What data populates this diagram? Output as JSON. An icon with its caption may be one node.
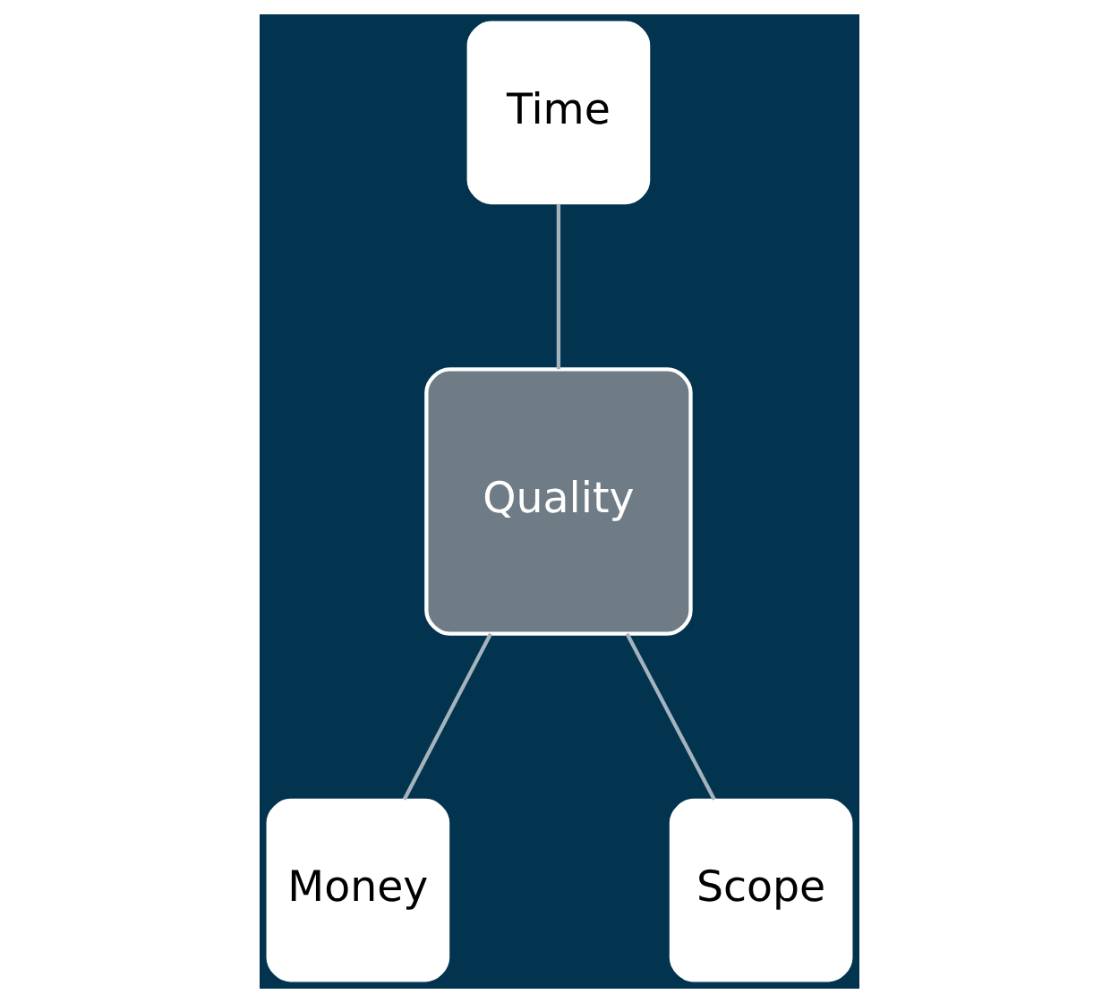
{
  "diagram": {
    "nodes": [
      {
        "text": [
          "Time"
        ]
      },
      {
        "text": [
          "Quality"
        ]
      },
      {
        "text": [
          "Money"
        ]
      },
      {
        "text": [
          "Scope"
        ]
      }
    ],
    "edges": [
      {
        "from": 0,
        "to": 1,
        "arrow": "none"
      },
      {
        "from": 1,
        "to": 2,
        "arrow": "none"
      },
      {
        "from": 1,
        "to": 3,
        "arrow": "none"
      }
    ]
  }
}
